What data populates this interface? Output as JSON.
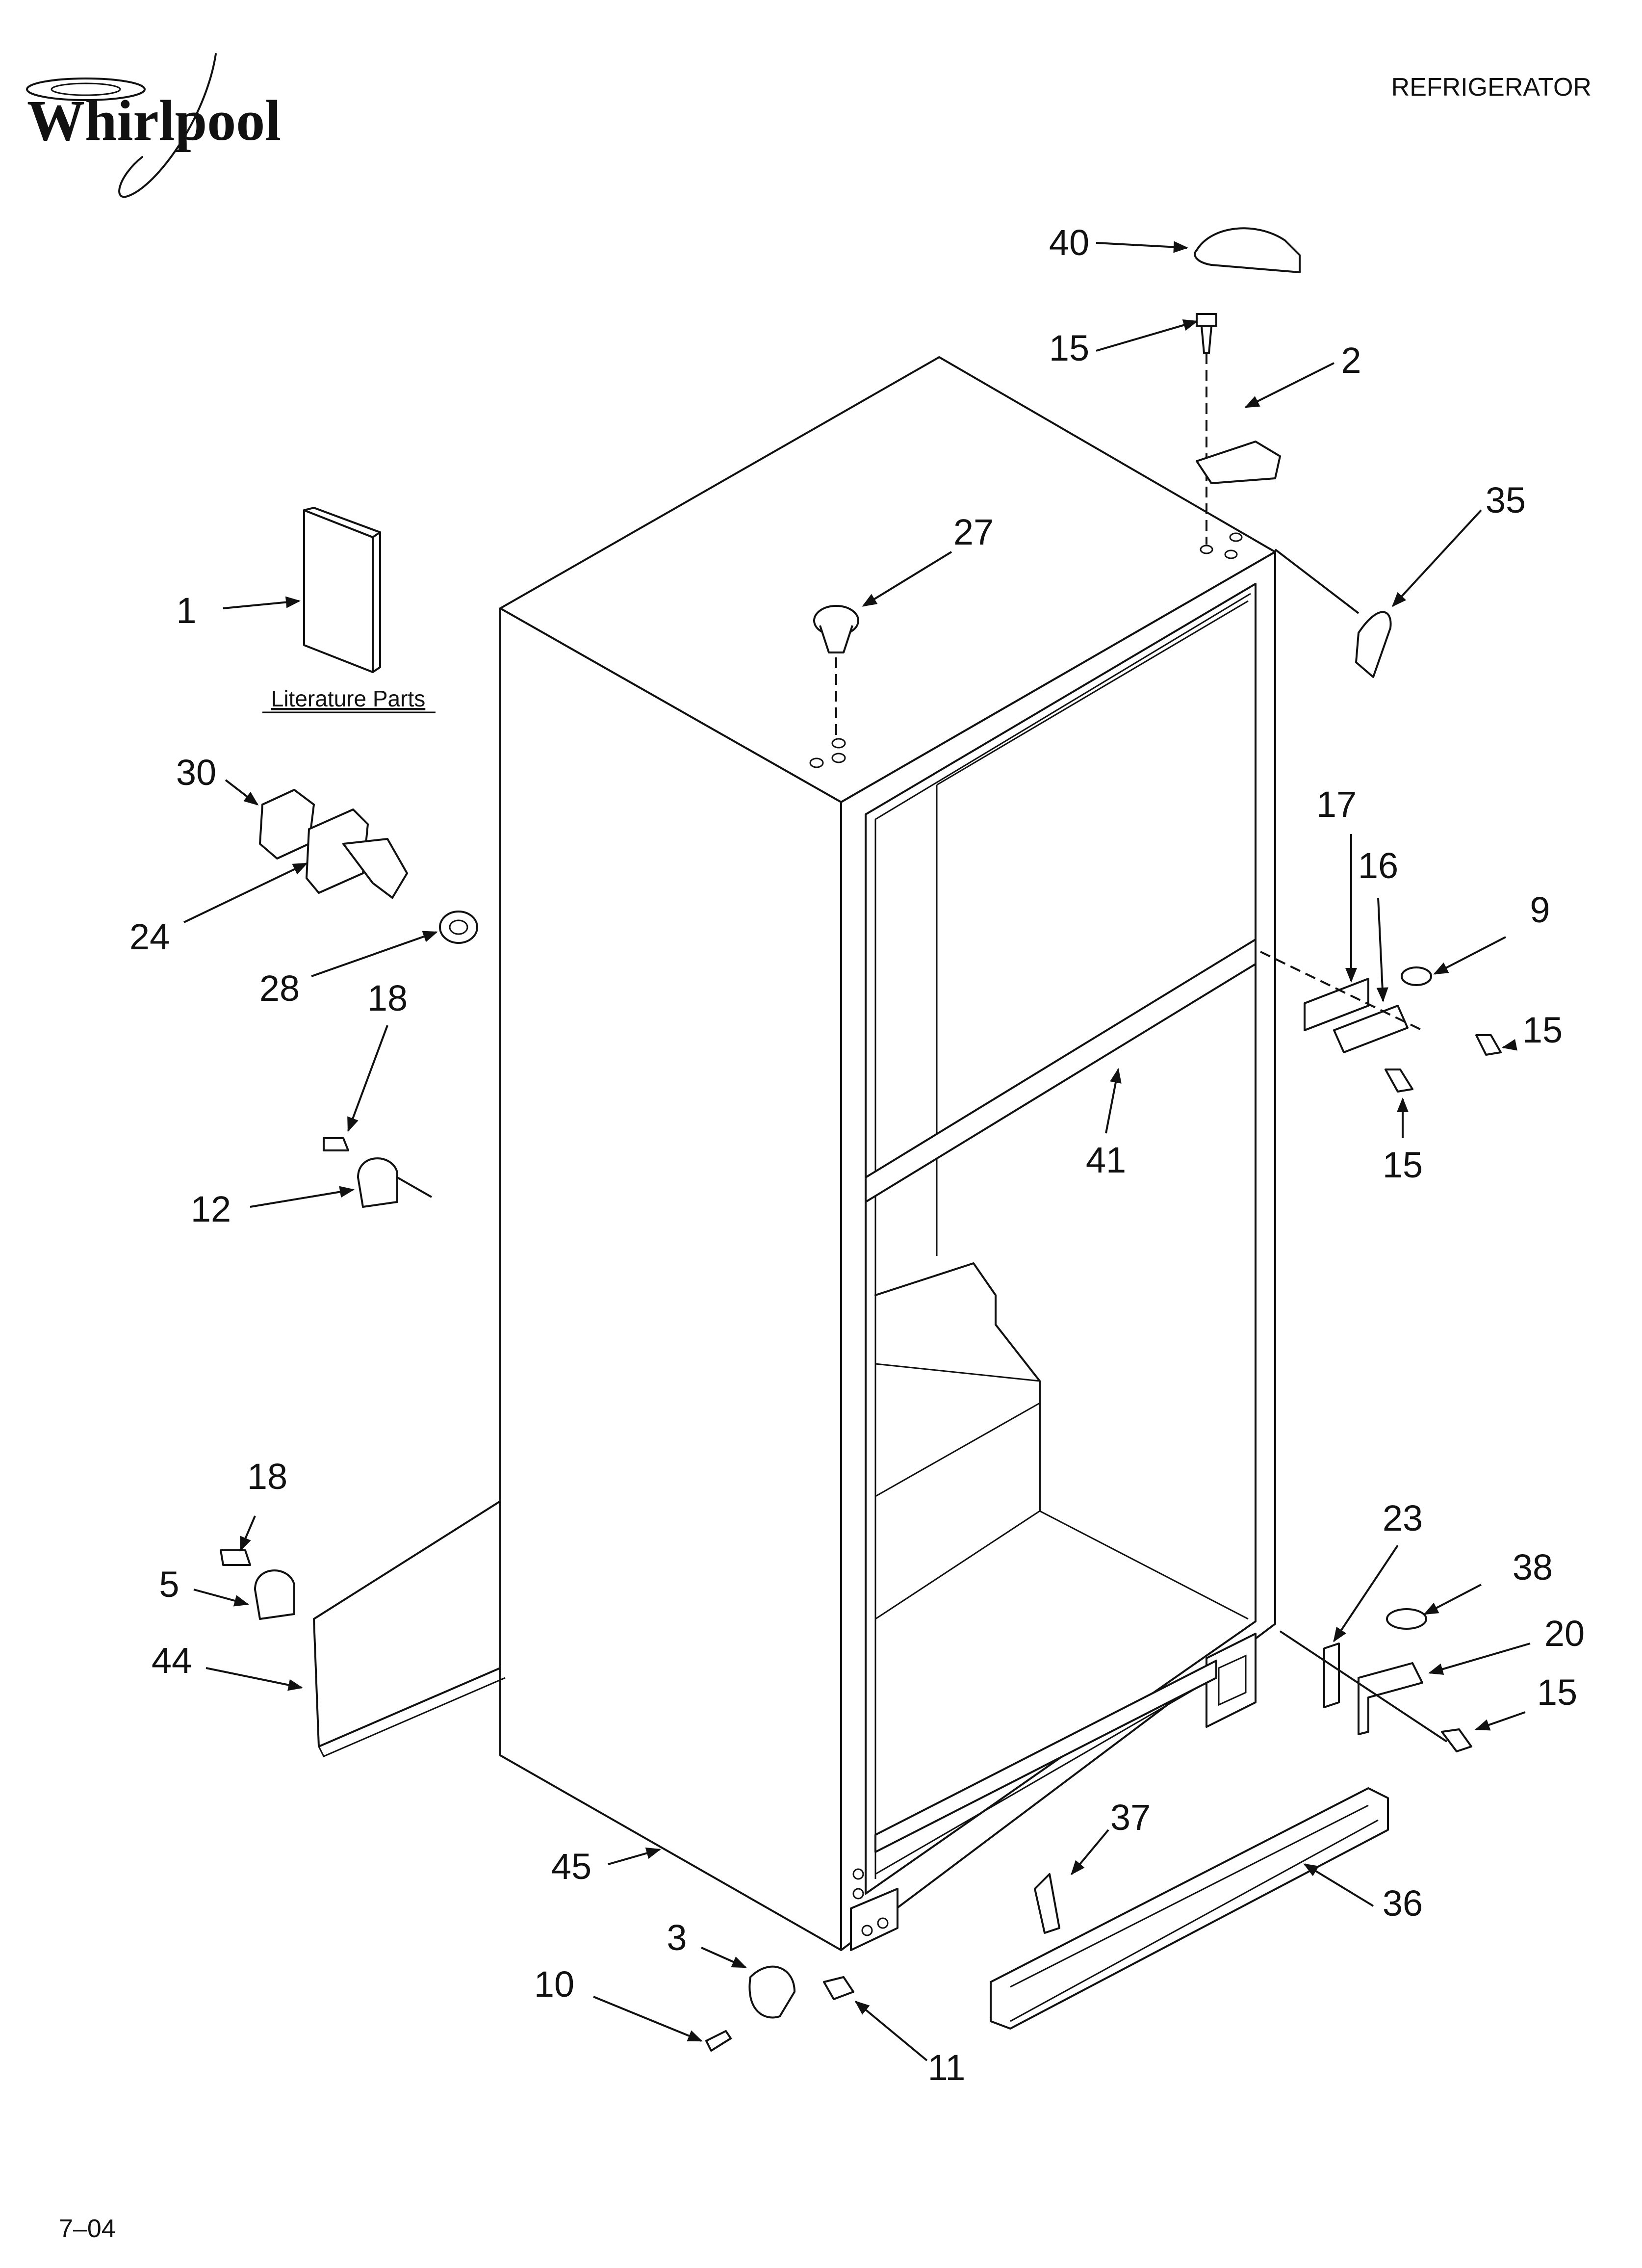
{
  "header": {
    "brand": "Whirlpool",
    "product": "REFRIGERATOR",
    "date_code": "7–04"
  },
  "literature_label": "Literature Parts",
  "callouts": {
    "c1": "1",
    "c2": "2",
    "c3": "3",
    "c5": "5",
    "c9": "9",
    "c10": "10",
    "c11": "11",
    "c12": "12",
    "c15a": "15",
    "c15b": "15",
    "c15c": "15",
    "c15d": "15",
    "c16": "16",
    "c17": "17",
    "c18a": "18",
    "c18b": "18",
    "c20": "20",
    "c23": "23",
    "c24": "24",
    "c27": "27",
    "c28": "28",
    "c30": "30",
    "c35": "35",
    "c36": "36",
    "c37": "37",
    "c38": "38",
    "c40": "40",
    "c41": "41",
    "c44": "44",
    "c45": "45"
  }
}
